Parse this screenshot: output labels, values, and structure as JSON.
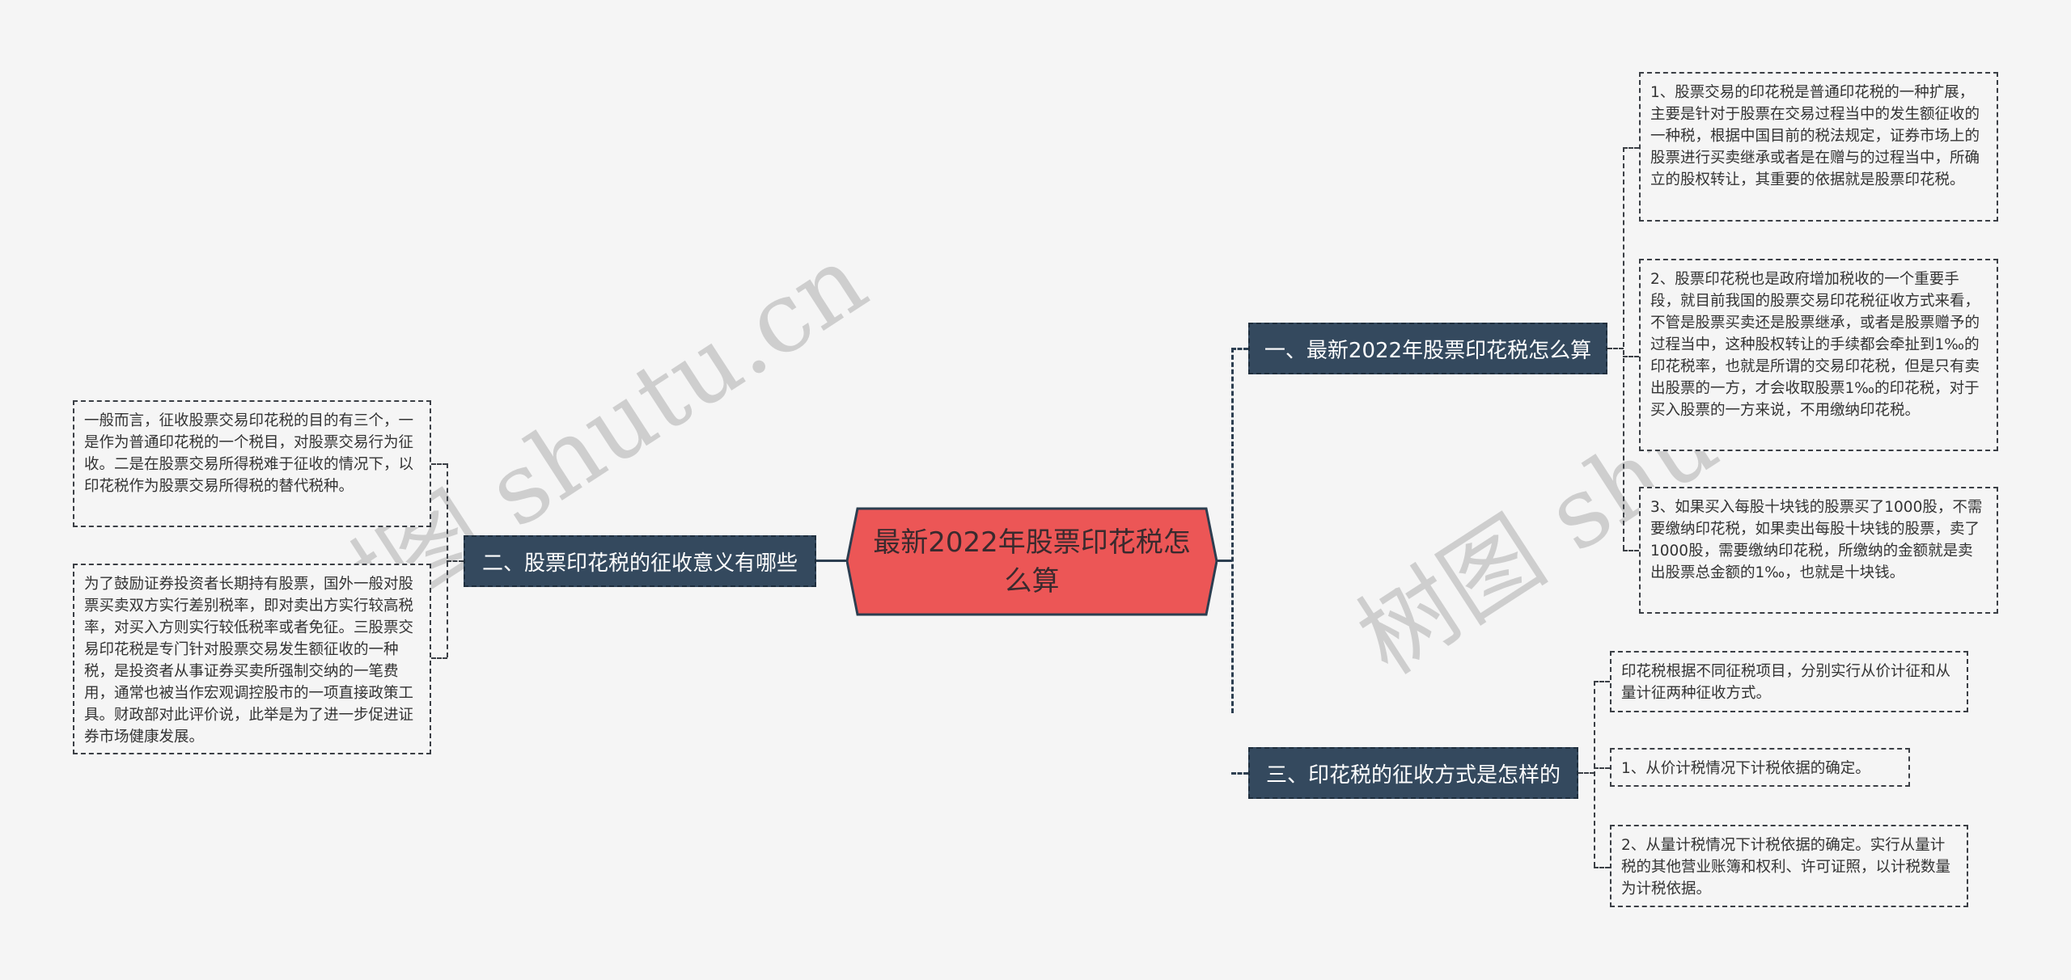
{
  "watermarks": [
    "树图 shutu.cn",
    "树图 shutu"
  ],
  "colors": {
    "background": "#f5f5f5",
    "center_fill": "#ec5656",
    "center_border": "#2c3e50",
    "branch_fill": "#34495e",
    "branch_text": "#ffffff",
    "leaf_text": "#333333",
    "connector": "#2c3e50"
  },
  "root": {
    "label": "最新2022年股票印花税怎么算"
  },
  "branches": [
    {
      "label": "一、最新2022年股票印花税怎么算",
      "side": "right",
      "children": [
        "1、股票交易的印花税是普通印花税的一种扩展，主要是针对于股票在交易过程当中的发生额征收的一种税，根据中国目前的税法规定，证券市场上的股票进行买卖继承或者是在赠与的过程当中，所确立的股权转让，其重要的依据就是股票印花税。",
        "2、股票印花税也是政府增加税收的一个重要手段，就目前我国的股票交易印花税征收方式来看，不管是股票买卖还是股票继承，或者是股票赠予的过程当中，这种股权转让的手续都会牵扯到1‰的印花税率，也就是所谓的交易印花税，但是只有卖出股票的一方，才会收取股票1‰的印花税，对于买入股票的一方来说，不用缴纳印花税。",
        "3、如果买入每股十块钱的股票买了1000股，不需要缴纳印花税，如果卖出每股十块钱的股票，卖了1000股，需要缴纳印花税，所缴纳的金额就是卖出股票总金额的1‰，也就是十块钱。"
      ]
    },
    {
      "label": "二、股票印花税的征收意义有哪些",
      "side": "left",
      "children": [
        "一般而言，征收股票交易印花税的目的有三个，一是作为普通印花税的一个税目，对股票交易行为征收。二是在股票交易所得税难于征收的情况下，以印花税作为股票交易所得税的替代税种。",
        "为了鼓励证券投资者长期持有股票，国外一般对股票买卖双方实行差别税率，即对卖出方实行较高税率，对买入方则实行较低税率或者免征。三股票交易印花税是专门针对股票交易发生额征收的一种税，是投资者从事证券买卖所强制交纳的一笔费用，通常也被当作宏观调控股市的一项直接政策工具。财政部对此评价说，此举是为了进一步促进证券市场健康发展。"
      ]
    },
    {
      "label": "三、印花税的征收方式是怎样的",
      "side": "right",
      "children": [
        "印花税根据不同征税项目，分别实行从价计征和从量计征两种征收方式。",
        "1、从价计税情况下计税依据的确定。",
        "2、从量计税情况下计税依据的确定。实行从量计税的其他营业账簿和权利、许可证照，以计税数量为计税依据。"
      ]
    }
  ]
}
